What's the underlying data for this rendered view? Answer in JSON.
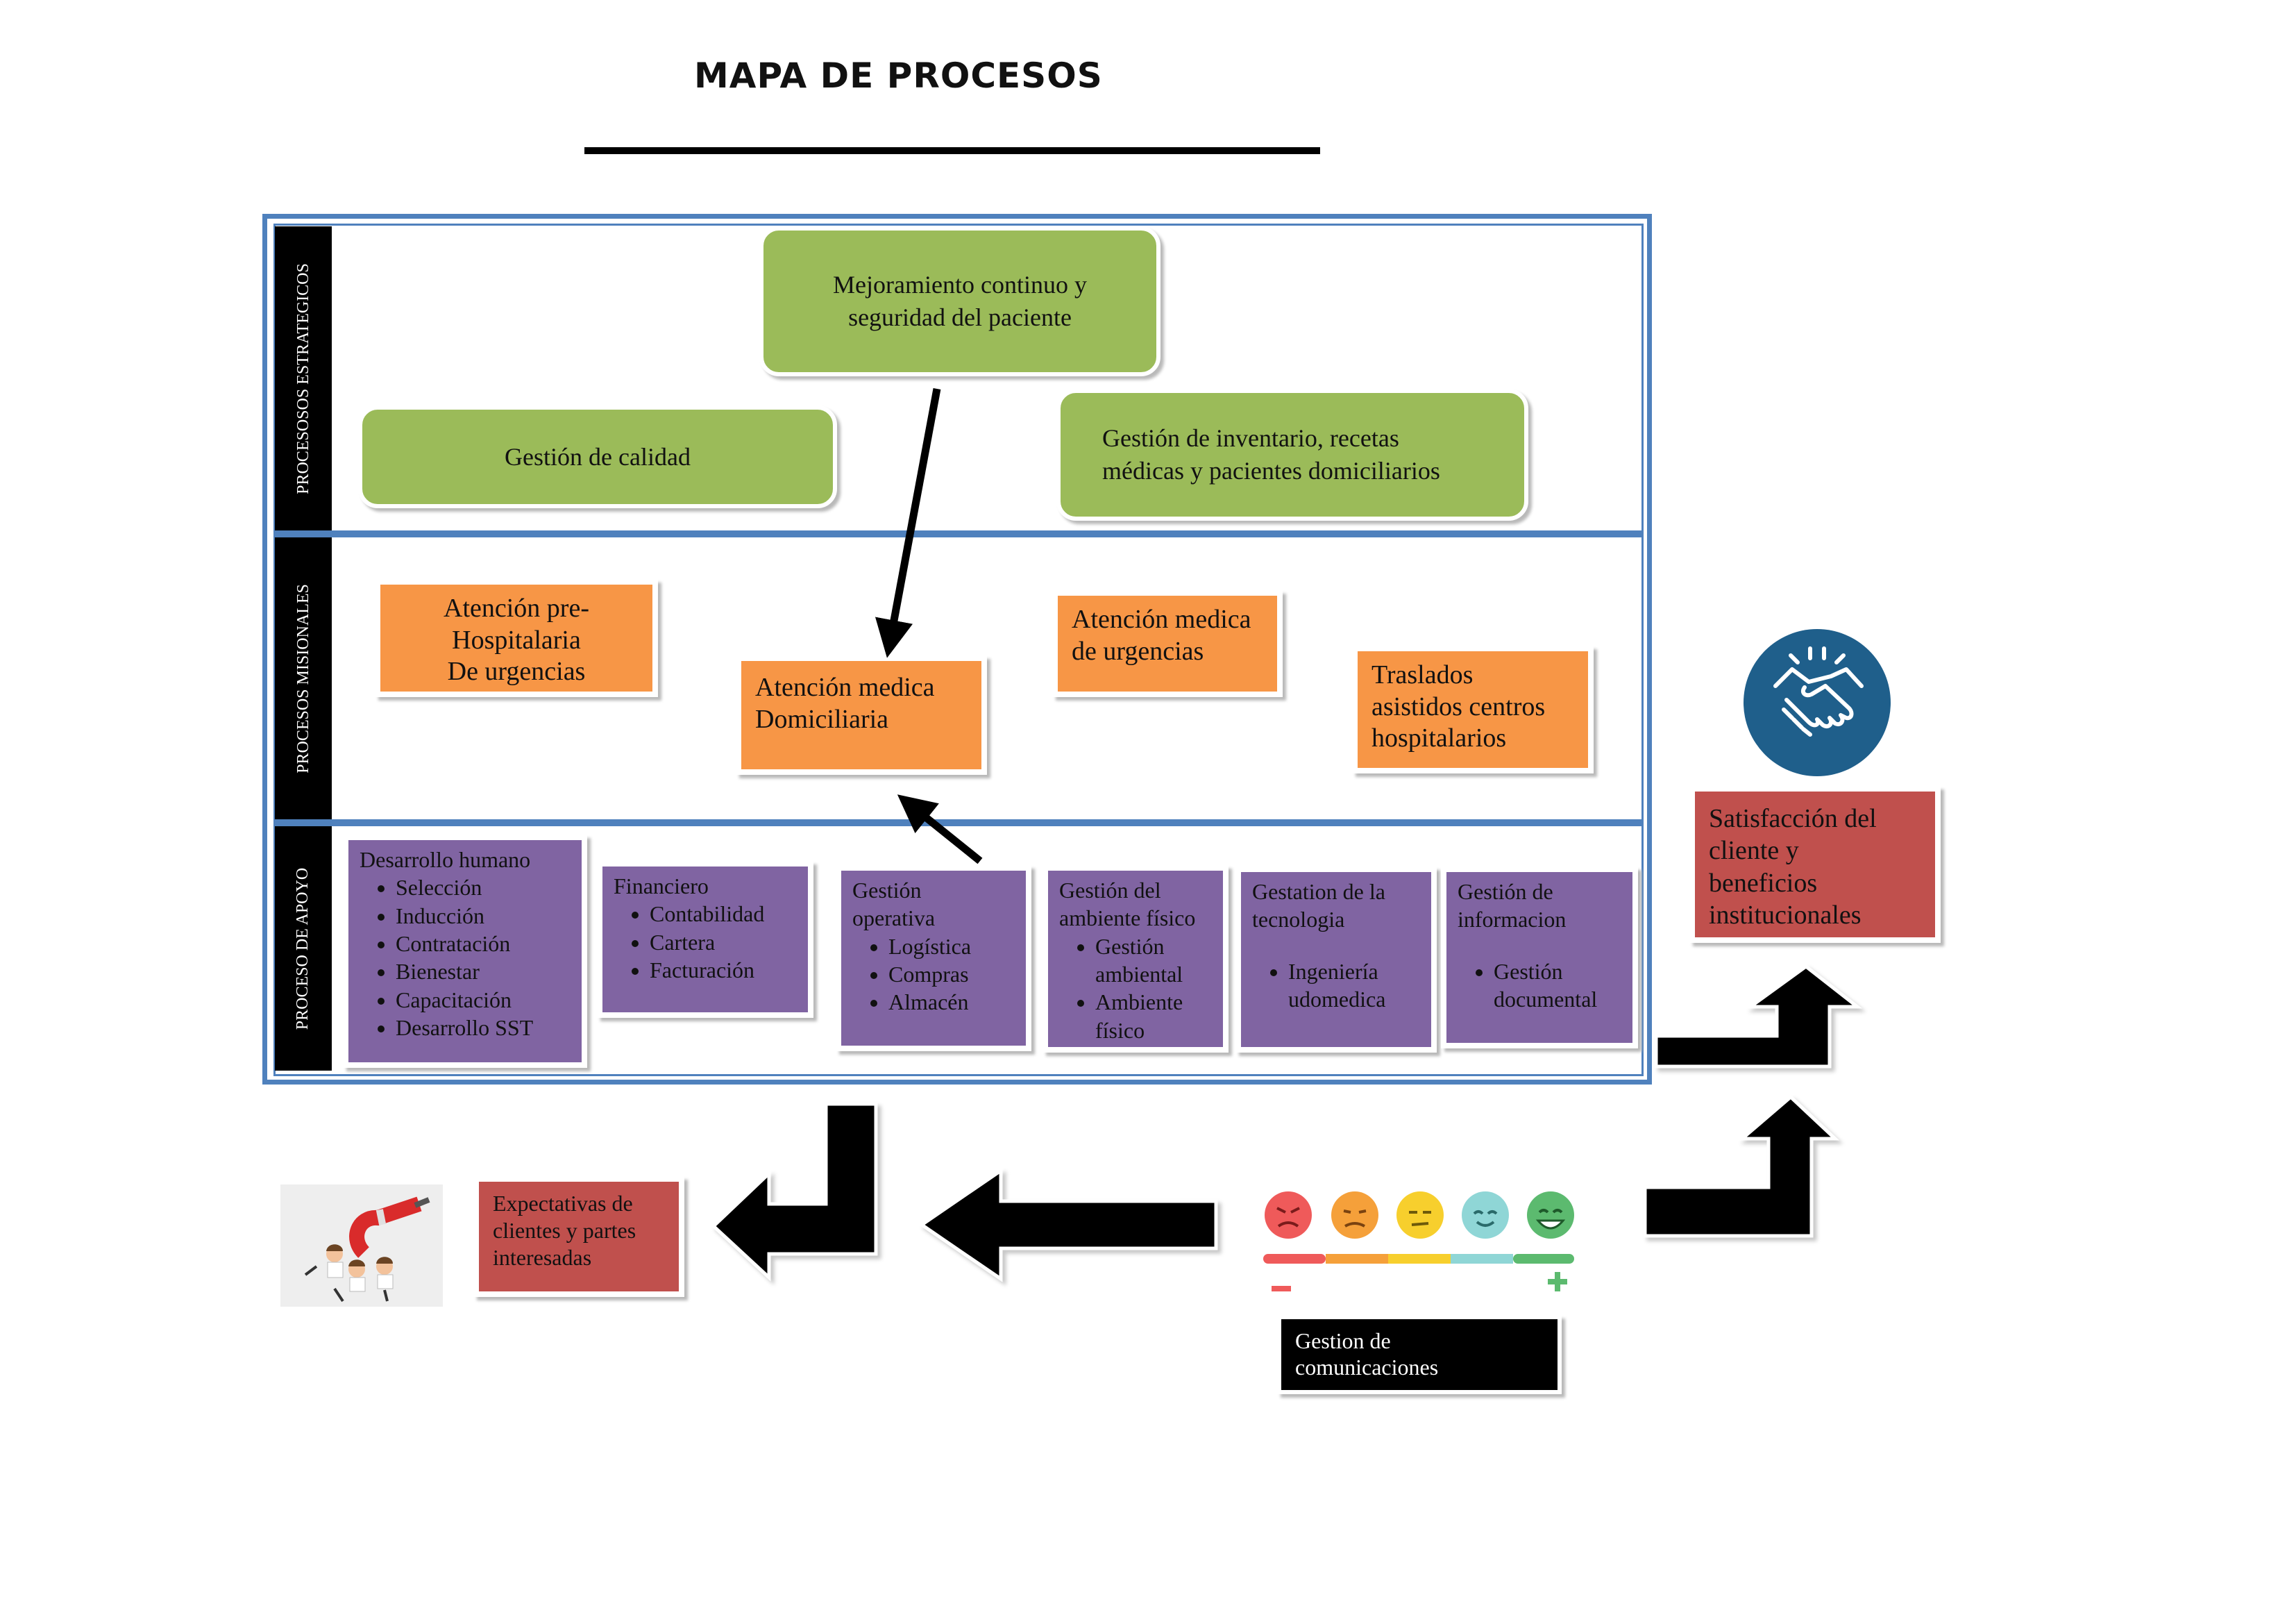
{
  "title": "MAPA DE PROCESOS",
  "bands": {
    "estrategicos": "PROCESOSOS ESTRATEGICOS",
    "misionales": "PROCESOS MISIONALES",
    "apoyo": "PROCESO DE APOYO"
  },
  "strategic": {
    "mejoramiento": [
      "Mejoramiento continuo y",
      "seguridad del paciente"
    ],
    "calidad": "Gestión de calidad",
    "inventario": [
      "Gestión de inventario, recetas",
      "médicas y pacientes domiciliarios"
    ]
  },
  "missional": {
    "prehospitalaria": [
      "Atención pre-",
      "Hospitalaria",
      "De urgencias"
    ],
    "domiciliaria": [
      "Atención medica",
      "Domiciliaria"
    ],
    "urgencias": [
      "Atención medica",
      "de urgencias"
    ],
    "traslados": [
      "Traslados",
      "asistidos centros",
      "hospitalarios"
    ]
  },
  "support": [
    {
      "title": "Desarrollo humano",
      "items": [
        "Selección",
        "Inducción",
        "Contratación",
        "Bienestar",
        "Capacitación",
        "Desarrollo SST"
      ]
    },
    {
      "title": "Financiero",
      "items": [
        "Contabilidad",
        "Cartera",
        "Facturación"
      ]
    },
    {
      "title": "Gestión operativa",
      "items": [
        "Logística",
        "Compras",
        "Almacén"
      ]
    },
    {
      "title": "Gestión del ambiente físico",
      "items": [
        "Gestión ambiental",
        "Ambiente físico"
      ]
    },
    {
      "title": "Gestation de la tecnologia",
      "items": [
        "Ingeniería udomedica"
      ]
    },
    {
      "title": "Gestión de informacion",
      "items": [
        "Gestión documental"
      ]
    }
  ],
  "satisfaccion": [
    "Satisfacción del",
    "cliente y",
    "beneficios",
    "institucionales"
  ],
  "expectativas": [
    "Expectativas de",
    "clientes y partes",
    "interesadas"
  ],
  "comunicaciones": [
    "Gestion de",
    "comunicaciones"
  ],
  "colors": {
    "frame": "#4f81bd",
    "green": "#9bbb59",
    "orange": "#f79646",
    "purple": "#8064a2",
    "red": "#c0504d",
    "icon_blue": "#1f5f8b"
  },
  "icons": [
    "handshake-icon",
    "magnet-people-icon",
    "emoji-rating-scale-icon"
  ],
  "rating_scale": {
    "minus": "−",
    "plus": "+"
  }
}
